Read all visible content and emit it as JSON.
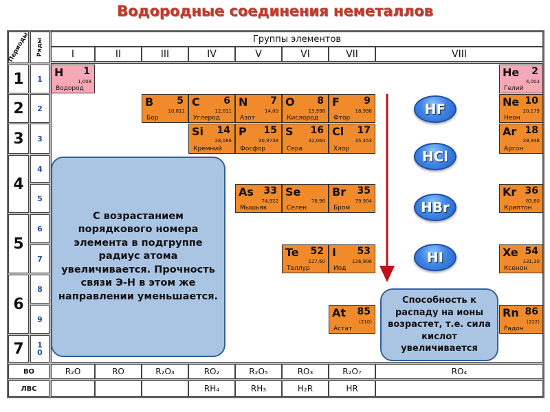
{
  "title": "Водородные соединения неметаллов",
  "labels": {
    "periods": "Периоды",
    "rows": "Ряды",
    "groups": "Группы элементов",
    "vo": "ВО",
    "lvs": "ЛВС"
  },
  "groups": [
    "I",
    "II",
    "III",
    "IV",
    "V",
    "VI",
    "VII",
    "VIII"
  ],
  "periods": [
    "1",
    "2",
    "3",
    "4",
    "5",
    "6",
    "7"
  ],
  "rows": [
    "1",
    "2",
    "3",
    "4",
    "5",
    "6",
    "7",
    "8",
    "9",
    "1\n0"
  ],
  "elements": {
    "H": {
      "sym": "H",
      "num": "1",
      "mass": "1,008",
      "name": "Водород"
    },
    "He": {
      "sym": "He",
      "num": "2",
      "mass": "4,003",
      "name": "Гелий"
    },
    "B": {
      "sym": "B",
      "num": "5",
      "mass": "10,811",
      "name": "Бор"
    },
    "C": {
      "sym": "C",
      "num": "6",
      "mass": "12,011",
      "name": "Углерод"
    },
    "N": {
      "sym": "N",
      "num": "7",
      "mass": "14,00",
      "name": "Азот"
    },
    "O": {
      "sym": "O",
      "num": "8",
      "mass": "15,998",
      "name": "Кислород"
    },
    "F": {
      "sym": "F",
      "num": "9",
      "mass": "18,998",
      "name": "Фтор"
    },
    "Ne": {
      "sym": "Ne",
      "num": "10",
      "mass": "20,179",
      "name": "Неон"
    },
    "Si": {
      "sym": "Si",
      "num": "14",
      "mass": "28,086",
      "name": "Кремний"
    },
    "P": {
      "sym": "P",
      "num": "15",
      "mass": "30,9738",
      "name": "Фосфор"
    },
    "S": {
      "sym": "S",
      "num": "16",
      "mass": "32,064",
      "name": "Сера"
    },
    "Cl": {
      "sym": "Cl",
      "num": "17",
      "mass": "35,453",
      "name": "Хлор"
    },
    "Ar": {
      "sym": "Ar",
      "num": "18",
      "mass": "39,948",
      "name": "Аргон"
    },
    "As": {
      "sym": "As",
      "num": "33",
      "mass": "74,922",
      "name": "Мышьяк"
    },
    "Se": {
      "sym": "Se",
      "num": "",
      "mass": "78,96",
      "name": "Селен"
    },
    "Br": {
      "sym": "Br",
      "num": "35",
      "mass": "79,904",
      "name": "Бром"
    },
    "Kr": {
      "sym": "Kr",
      "num": "36",
      "mass": "83,80",
      "name": "Криптон"
    },
    "Te": {
      "sym": "Te",
      "num": "52",
      "mass": "127,60",
      "name": "Теллур"
    },
    "I": {
      "sym": "I",
      "num": "53",
      "mass": "126,906",
      "name": "Иод"
    },
    "Xe": {
      "sym": "Xe",
      "num": "54",
      "mass": "131,30",
      "name": "Ксенон"
    },
    "At": {
      "sym": "At",
      "num": "85",
      "mass": "(210)",
      "name": "Астат"
    },
    "Rn": {
      "sym": "Rn",
      "num": "86",
      "mass": "(222)",
      "name": "Радон"
    }
  },
  "acids": [
    "HF",
    "HCl",
    "HBr",
    "HI"
  ],
  "notes": {
    "radius": "С возрастанием порядкового номера элемента в подгруппе радиус атома увеличивается. Прочность связи Э-Н в этом же направлении уменьшается.",
    "acid": "Способность к распаду на ионы возрастет, т.е. сила кислот увеличивается"
  },
  "oxides": [
    "R₂O",
    "RO",
    "R₂O₃",
    "RO₂",
    "R₂O₅",
    "RO₃",
    "R₂O₇",
    "RO₄"
  ],
  "hydrides": [
    "",
    "",
    "",
    "RH₄",
    "RH₃",
    "H₂R",
    "HR",
    ""
  ],
  "colors": {
    "title": "#c0392b",
    "element": "#f08a2a",
    "noble_top": "#f5a8b6",
    "note_bg": "#aac4e4",
    "acid": "#3f86e6",
    "arrow": "#c0101a"
  }
}
